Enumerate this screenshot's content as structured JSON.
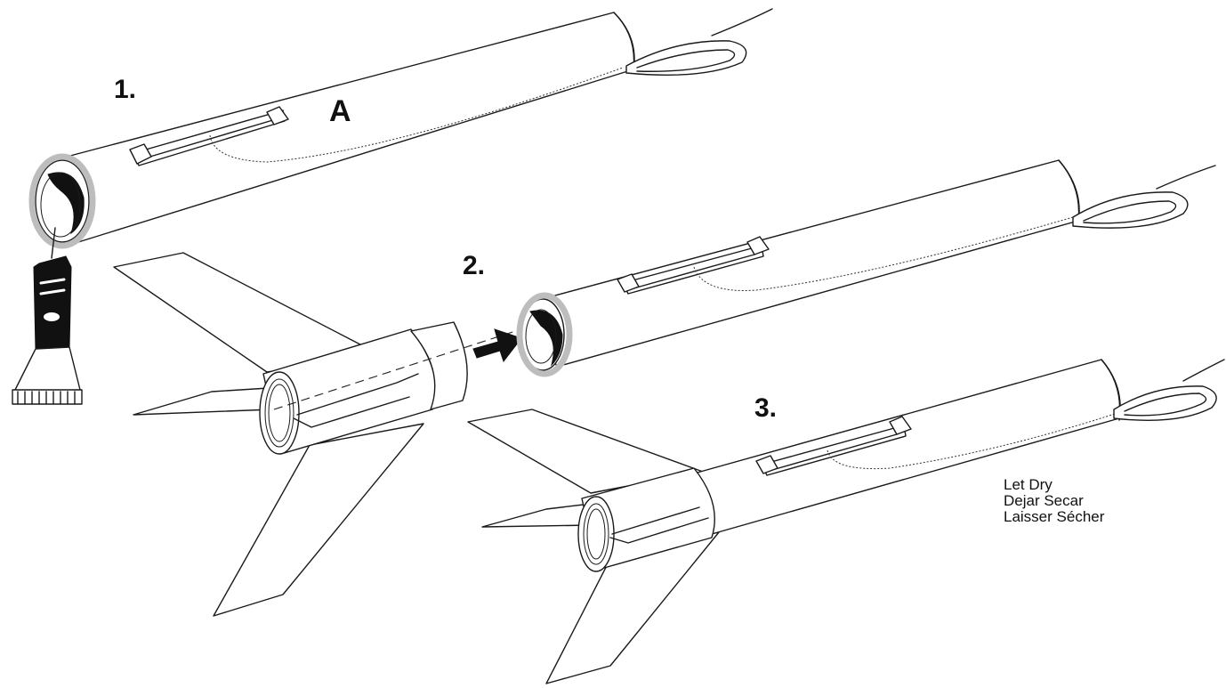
{
  "steps": {
    "step1": "1.",
    "step2": "2.",
    "step3": "3.",
    "part_label": "A"
  },
  "note": {
    "line1": "Let Dry",
    "line2": "Dejar Secar",
    "line3": "Laisser Sécher"
  },
  "colors": {
    "ink": "#1a1a1a",
    "glue": "#bdbdbd",
    "paper": "#ffffff"
  }
}
